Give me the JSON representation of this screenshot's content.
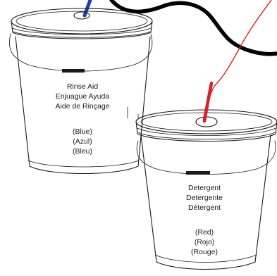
{
  "buckets": [
    {
      "name": "rinse-aid-bucket",
      "lines": [
        "Rinse Aid",
        "Enjuague Ayuda",
        "Aide de Rinçage"
      ],
      "color_lines": [
        "(Blue)",
        "(Azul)",
        "(Bleu)"
      ],
      "tube_color": "#1f3fb0"
    },
    {
      "name": "detergent-bucket",
      "lines": [
        "Detergent",
        "Detergente",
        "Détergent"
      ],
      "color_lines": [
        "(Red)",
        "(Rojo)",
        "(Rouge)"
      ],
      "tube_color": "#d8202a"
    }
  ],
  "cable_color": "#000000"
}
